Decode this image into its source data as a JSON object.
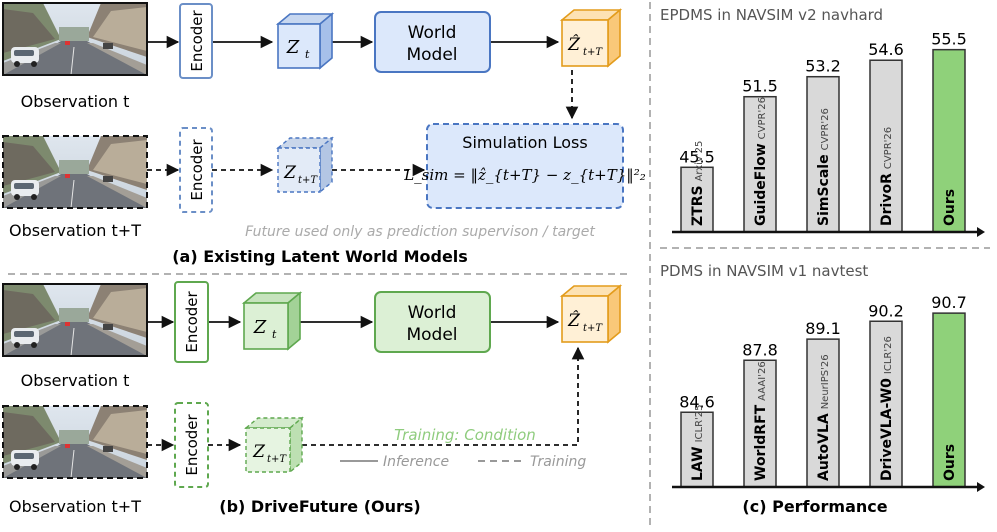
{
  "panel_a": {
    "caption": "(a) Existing Latent World Models",
    "obs_t": "Observation t",
    "obs_tT": "Observation t+T",
    "encoder": "Encoder",
    "z_t": "Z",
    "z_t_sub": "t",
    "z_tT": "Z",
    "z_tT_sub": "t+T",
    "zhat": "Ẑ",
    "zhat_sub": "t+T",
    "world_model_l1": "World",
    "world_model_l2": "Model",
    "sim_loss_title": "Simulation Loss",
    "sim_loss_formula": "L_sim = ‖ẑ_{t+T} − z_{t+T}‖²₂",
    "future_note": "Future used only as prediction supervison / target"
  },
  "panel_b": {
    "caption": "(b) DriveFuture (Ours)",
    "obs_t": "Observation t",
    "obs_tT": "Observation t+T",
    "encoder": "Encoder",
    "world_model_l1": "World",
    "world_model_l2": "Model",
    "training_condition": "Training: Condition",
    "legend_inference": "Inference",
    "legend_training": "Training"
  },
  "panel_c": {
    "caption": "(c) Performance",
    "colors": {
      "baseline": "#d9d9d9",
      "ours": "#8fd17a",
      "stroke": "#333333"
    },
    "charts": [
      {
        "type": "bar",
        "title": "EPDMS in NAVSIM v2 navhard",
        "ylim": [
          40,
          57
        ],
        "categories": [
          {
            "name": "ZTRS",
            "venue": "Arxiv'25"
          },
          {
            "name": "GuideFlow",
            "venue": "CVPR'26"
          },
          {
            "name": "SimScale",
            "venue": "CVPR'26"
          },
          {
            "name": "DrivoR",
            "venue": "CVPR'26"
          },
          {
            "name": "Ours",
            "venue": ""
          }
        ],
        "values": [
          "45.5",
          "51.5",
          "53.2",
          "54.6",
          "55.5"
        ]
      },
      {
        "type": "bar",
        "title": "PDMS in NAVSIM v1 navtest",
        "ylim": [
          80,
          92
        ],
        "categories": [
          {
            "name": "LAW",
            "venue": "ICLR'25"
          },
          {
            "name": "WorldRFT",
            "venue": "AAAI'26"
          },
          {
            "name": "AutoVLA",
            "venue": "NeurIPS'26"
          },
          {
            "name": "DriveVLA-W0",
            "venue": "ICLR'26"
          },
          {
            "name": "Ours",
            "venue": ""
          }
        ],
        "values": [
          "84.6",
          "87.8",
          "89.1",
          "90.2",
          "90.7"
        ]
      }
    ]
  }
}
